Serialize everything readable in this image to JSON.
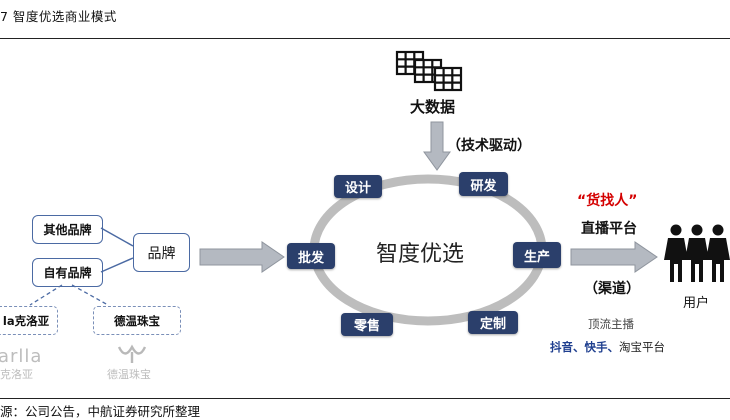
{
  "header": {
    "title": "7 智度优选商业模式",
    "source": "源：公司公告，中航证券研究所整理"
  },
  "top": {
    "data_label": "大数据",
    "drive_label": "（技术驱动）"
  },
  "cycle": {
    "center": "智度优选",
    "design": "设计",
    "research": "研发",
    "wholesale": "批发",
    "production": "生产",
    "retail": "零售",
    "custom": "定制"
  },
  "brands": {
    "other": "其他品牌",
    "own": "自有品牌",
    "brand": "品牌",
    "partner_a": "la克洛亚",
    "partner_b": "德温珠宝",
    "logo_a_main": "arlla",
    "logo_a_sub": "克洛亚",
    "logo_b_sub": "德温珠宝"
  },
  "right": {
    "goods_seek": "“货找人”",
    "live_platform": "直播平台",
    "channel": "（渠道）",
    "users": "用户",
    "top_anchor": "顶流主播",
    "platforms_bold": "抖音、快手、",
    "platforms_rest": "淘宝平台"
  },
  "colors": {
    "navy": "#2b3f6b",
    "accent_red": "#d40000",
    "ring_gray": "#bdbdbd",
    "arrow_gray": "#b4b9c1",
    "platform_blue": "#1f3f8f"
  }
}
